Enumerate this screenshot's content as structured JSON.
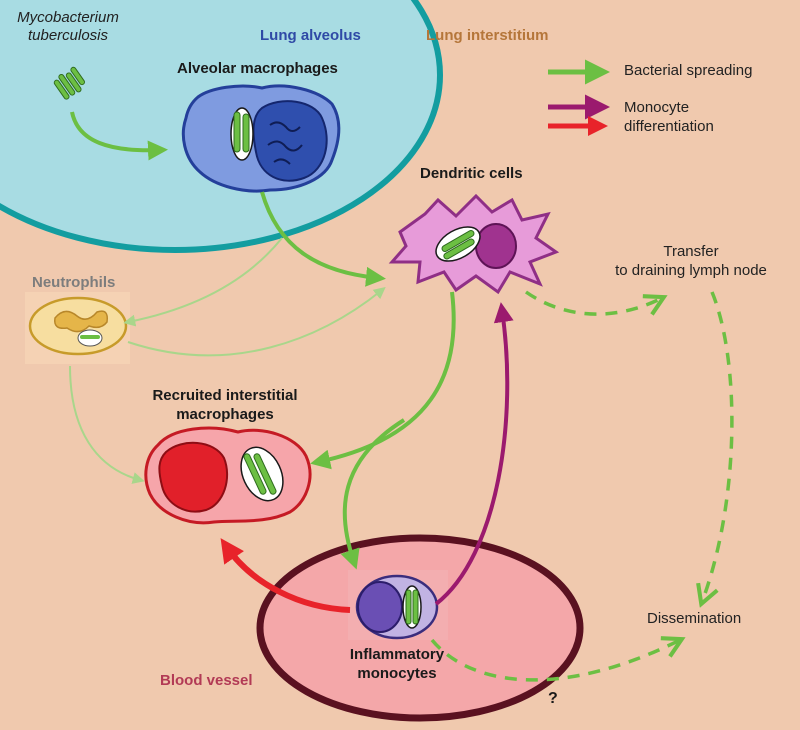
{
  "regions": {
    "alveolus": "Lung alveolus",
    "interstitium": "Lung interstitium",
    "blood_vessel": "Blood vessel"
  },
  "labels": {
    "pathogen_line1": "Mycobacterium",
    "pathogen_line2": "tuberculosis",
    "alveolar_macrophages": "Alveolar macrophages",
    "dendritic_cells": "Dendritic cells",
    "neutrophils": "Neutrophils",
    "recruited_line1": "Recruited interstitial",
    "recruited_line2": "macrophages",
    "monocytes_line1": "Inflammatory",
    "monocytes_line2": "monocytes",
    "transfer_line1": "Transfer",
    "transfer_line2": "to draining lymph node",
    "dissemination": "Dissemination",
    "question": "?"
  },
  "legend": {
    "bacterial": "Bacterial spreading",
    "monocyte_line1": "Monocyte",
    "monocyte_line2": "differentiation"
  },
  "colors": {
    "background": "#f0c9ae",
    "alveolus_fill": "#a8dce3",
    "alveolus_border": "#139da0",
    "vessel_fill": "#f4a7a9",
    "vessel_border": "#5a1120",
    "green_arrow": "#6cbf43",
    "purple_arrow": "#9b1a6e",
    "red_arrow": "#e8232a",
    "alveolus_text": "#2f4aa6",
    "interstitium_text": "#b5763a",
    "vessel_text": "#b23a55",
    "neutrophil_text": "#7d7d7d"
  }
}
